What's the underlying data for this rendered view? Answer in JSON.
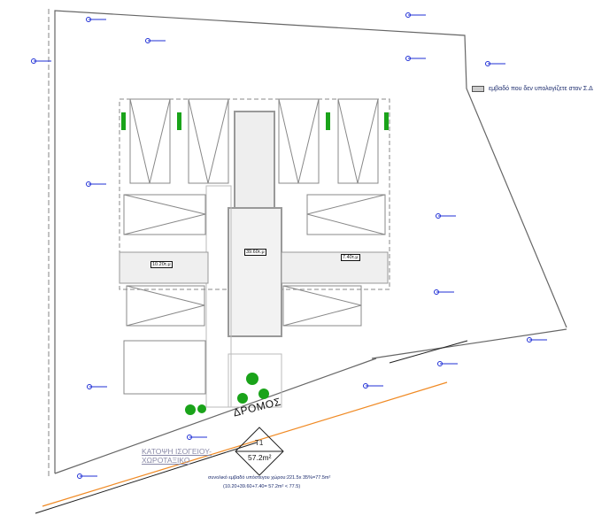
{
  "legend": {
    "label": "εμβαδό που δεν υπολογίζετε στον Σ.Δ"
  },
  "plan_title": {
    "line1": "ΚΑΤΟΨΗ ΙΣΟΓΕΙΟΥ-",
    "line2": "ΧΩΡΟΤΑΞΙΚΟ"
  },
  "road_label": "ΔΡΟΜΟΣ",
  "coefficient": {
    "id": "T1",
    "value": "57.2m²"
  },
  "notes": {
    "line1": "συνολικό εμβαδό υπόστεγου χώρου:221.5x 35%=77.5m²",
    "line2": "(10.20+39.60+7.40= 57.2m² < 77.5)"
  },
  "areas": {
    "left": "10.20τ.μ",
    "center": "39.60τ.μ",
    "right": "7.40τ.μ"
  },
  "colors": {
    "boundary": "#555555",
    "road_line": "#f08a24",
    "survey_marker": "#1f2fd6",
    "planting": "#1aa31a"
  }
}
